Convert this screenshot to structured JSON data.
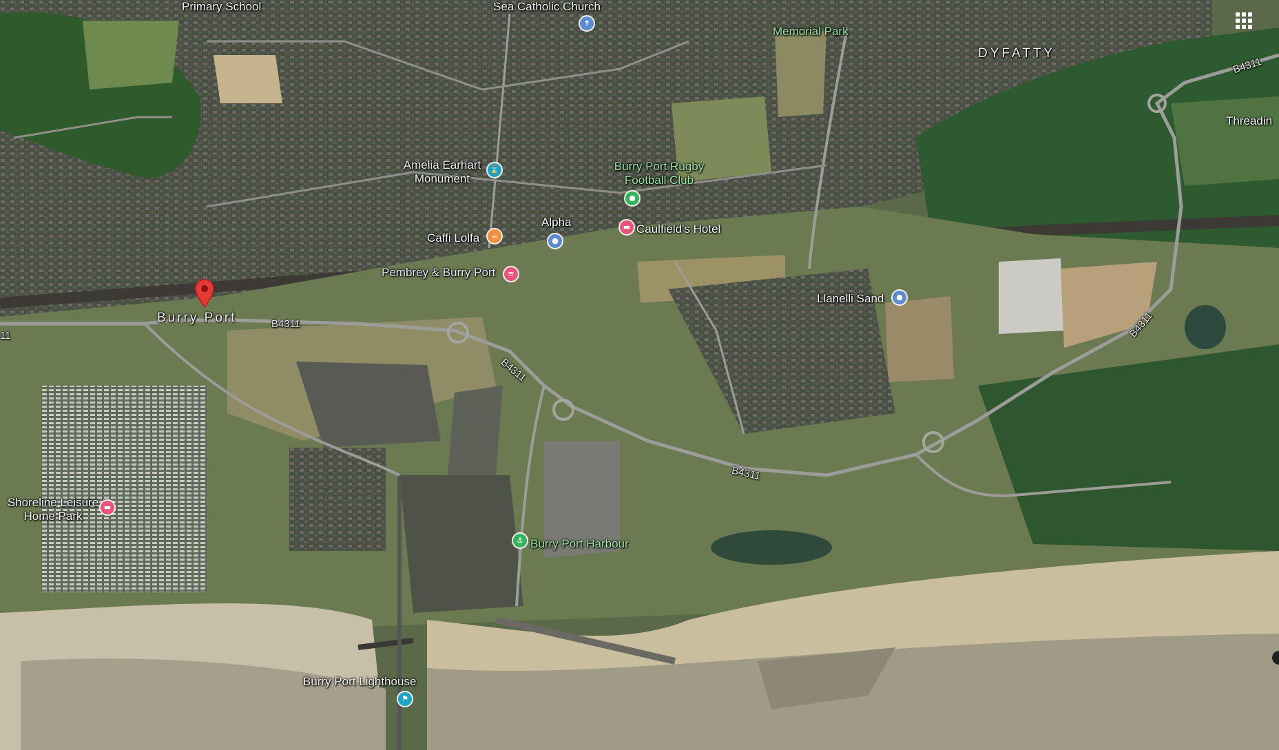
{
  "map": {
    "labels": {
      "primary_school": "Primary School",
      "sea_catholic_church": "Sea Catholic Church",
      "memorial_park": "Memorial Park",
      "dyfatty": "DYFATTY",
      "threading": "Threadin",
      "amelia_earhart_line1": "Amelia Earhart",
      "amelia_earhart_line2": "Monument",
      "burry_port_rugby_line1": "Burry Port Rugby",
      "burry_port_rugby_line2": "Football Club",
      "alpha": "Alpha",
      "caulfields_hotel": "Caulfield's Hotel",
      "caffi_lolfa": "Caffi Lolfa",
      "pembrey_burry_port": "Pembrey & Burry Port",
      "llanelli_sand": "Llanelli Sand",
      "burry_port": "Burry Port",
      "shoreline_line1": "Shoreline Leisure",
      "shoreline_line2": "Home Park",
      "burry_port_harbour": "Burry Port Harbour",
      "burry_port_lighthouse": "Burry Port Lighthouse"
    },
    "roads": {
      "b4311_1": "B4311",
      "b4311_2": "B4311",
      "b4311_3": "B4311",
      "b4311_4": "B4311",
      "b4311_5": "B4311",
      "b4311_edge": "11"
    },
    "icons": {
      "apps": "apps-grid-icon",
      "location_pin": "location-pin-icon",
      "church": "church-icon",
      "monument": "monument-icon",
      "cafe": "cafe-icon",
      "hotel": "hotel-icon",
      "sport": "sport-icon",
      "train": "train-station-icon",
      "harbour": "harbour-icon",
      "lighthouse": "lighthouse-icon"
    },
    "colors": {
      "pin_red": "#e53935",
      "poi_blue": "#5b8bd0",
      "poi_teal": "#1aa5c4",
      "poi_orange": "#f0903a",
      "poi_pink": "#e8547c",
      "poi_green": "#33b35a",
      "label_green": "#9ee6a7"
    }
  }
}
